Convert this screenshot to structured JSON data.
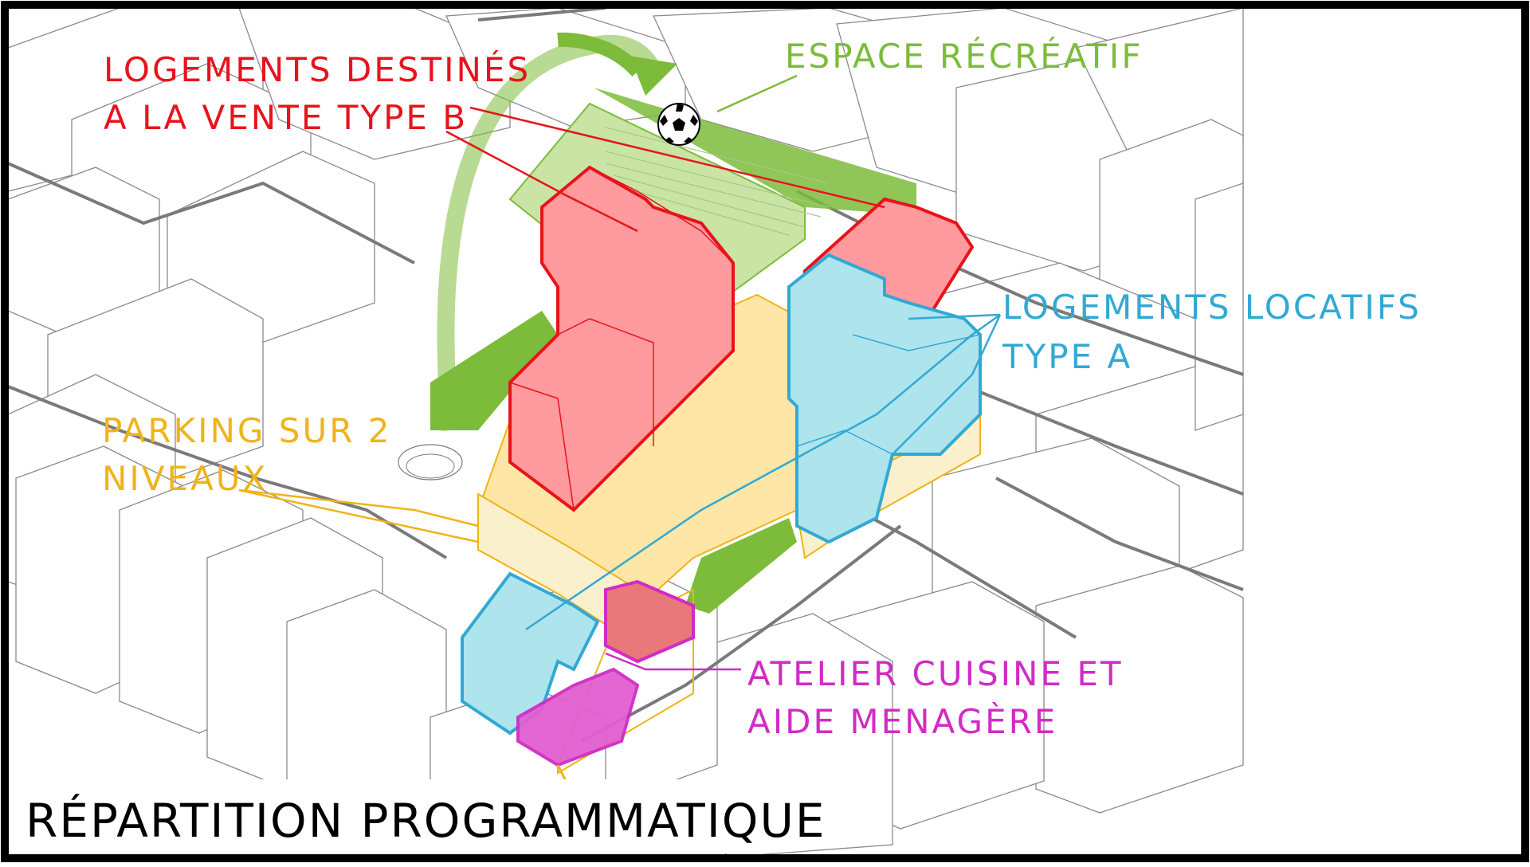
{
  "title": "RÉPARTITION PROGRAMMATIQUE",
  "labels": {
    "logements_vente": {
      "line1": "LOGEMENTS DESTINÉS",
      "line2": "A LA VENTE TYPE B",
      "color": "#e8131b"
    },
    "espace_recreatif": {
      "line1": "ESPACE RÉCRÉATIF",
      "color": "#7dbb3a"
    },
    "logements_locatifs": {
      "line1": "LOGEMENTS LOCATIFS",
      "line2": "TYPE A",
      "color": "#31a9d4"
    },
    "parking": {
      "line1": "PARKING SUR 2",
      "line2": "NIVEAUX",
      "color": "#f0b31a"
    },
    "atelier": {
      "line1": "ATELIER CUISINE ET",
      "line2": "AIDE MENAGÈRE",
      "color": "#d02cc4"
    }
  },
  "colors": {
    "red_fill": "#ff9a9e",
    "red_stroke": "#e8131b",
    "blue_fill": "#aee4ec",
    "blue_stroke": "#31a9d4",
    "green_fill": "#7dbb3a",
    "green_light": "#c9e4a4",
    "yellow_fill": "#fde6a6",
    "yellow_stroke": "#f0b31a",
    "magenta_fill": "#e25fd0",
    "magenta_stroke": "#d02cc4",
    "context_stroke": "#7a7a7a"
  },
  "icons": {
    "ball": "soccer-ball-icon",
    "arrow": "curved-arrow-icon"
  }
}
